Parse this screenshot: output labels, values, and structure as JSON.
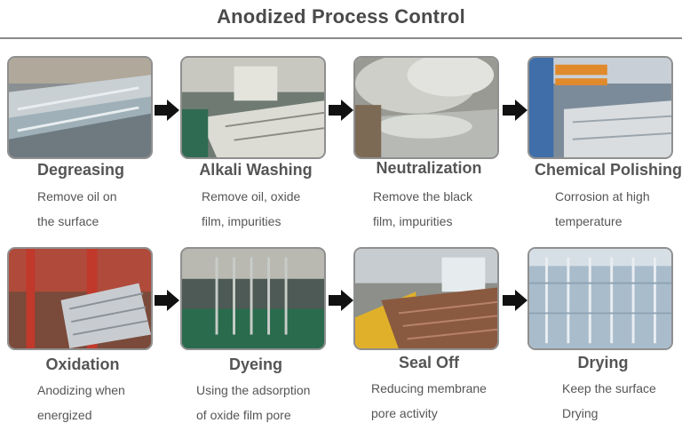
{
  "title": "Anodized Process Control",
  "steps": [
    {
      "name": "Degreasing",
      "desc": [
        "Remove oil on",
        "the surface"
      ]
    },
    {
      "name": "Alkali Washing",
      "desc": [
        "Remove oil, oxide",
        "film, impurities"
      ]
    },
    {
      "name": "Neutralization",
      "desc": [
        "Remove the black",
        "film, impurities"
      ]
    },
    {
      "name": "Chemical Polishing",
      "desc": [
        "Corrosion at high",
        "temperature"
      ]
    },
    {
      "name": "Oxidation",
      "desc": [
        "Anodizing when",
        "energized"
      ]
    },
    {
      "name": "Dyeing",
      "desc": [
        "Using the adsorption",
        "of oxide film pore"
      ]
    },
    {
      "name": "Seal Off",
      "desc": [
        "Reducing membrane",
        "pore activity"
      ]
    },
    {
      "name": "Drying",
      "desc": [
        "Keep the surface",
        "Drying"
      ]
    }
  ],
  "colors": {
    "title": "#4a4a4a",
    "text": "#555555",
    "rule": "#8a8a8a",
    "arrow": "#111111"
  },
  "icons": [
    "arrow-right-icon"
  ]
}
